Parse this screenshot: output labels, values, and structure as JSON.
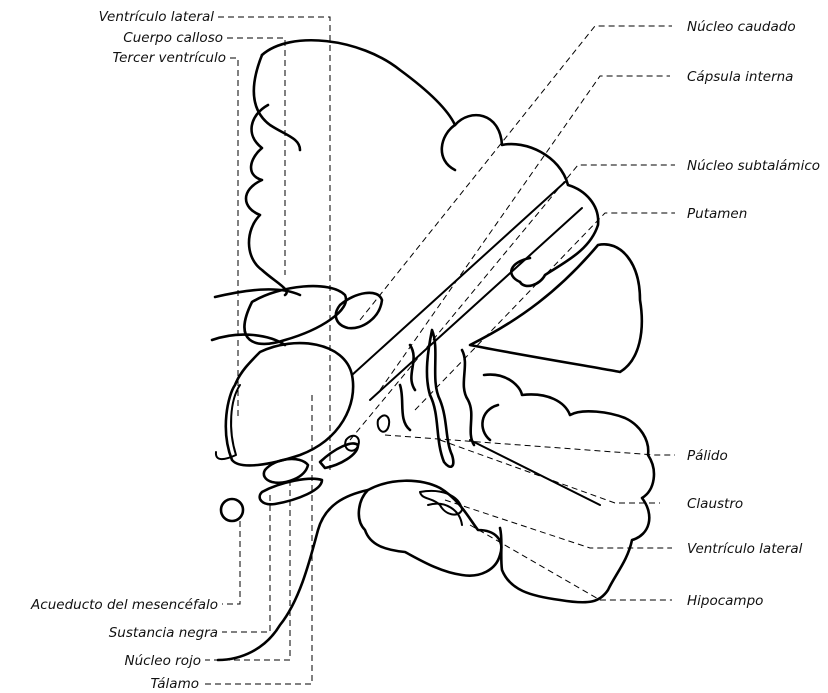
{
  "labels_left": {
    "ventriculo_lateral": "Ventrículo lateral",
    "cuerpo_calloso": "Cuerpo calloso",
    "tercer_ventriculo": "Tercer ventrículo",
    "acueducto": "Acueducto del mesencéfalo",
    "sustancia_negra": "Sustancia negra",
    "nucleo_rojo": "Núcleo rojo",
    "talamo": "Tálamo"
  },
  "labels_right": {
    "nucleo_caudado": "Núcleo caudado",
    "capsula_interna": "Cápsula interna",
    "nucleo_subtalamico": "Núcleo subtalámico",
    "putamen": "Putamen",
    "palido": "Pálido",
    "claustro": "Claustro",
    "ventriculo_lateral_2": "Ventrículo lateral",
    "hipocampo": "Hipocampo"
  }
}
